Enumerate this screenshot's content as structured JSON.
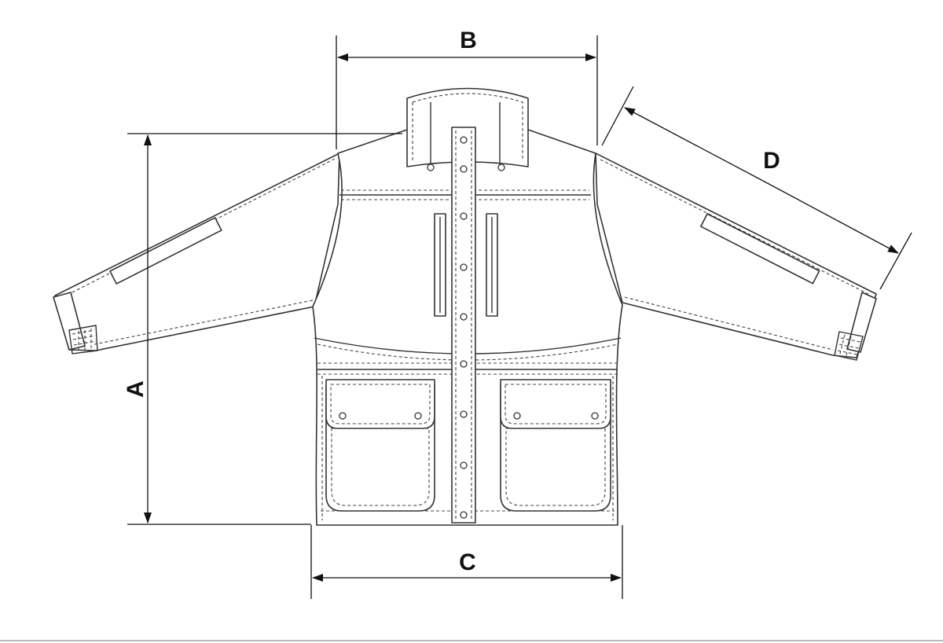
{
  "diagram": {
    "labels": {
      "a": "A",
      "b": "B",
      "c": "C",
      "d": "D"
    },
    "colors": {
      "line": "#333333",
      "background": "#ffffff"
    }
  }
}
